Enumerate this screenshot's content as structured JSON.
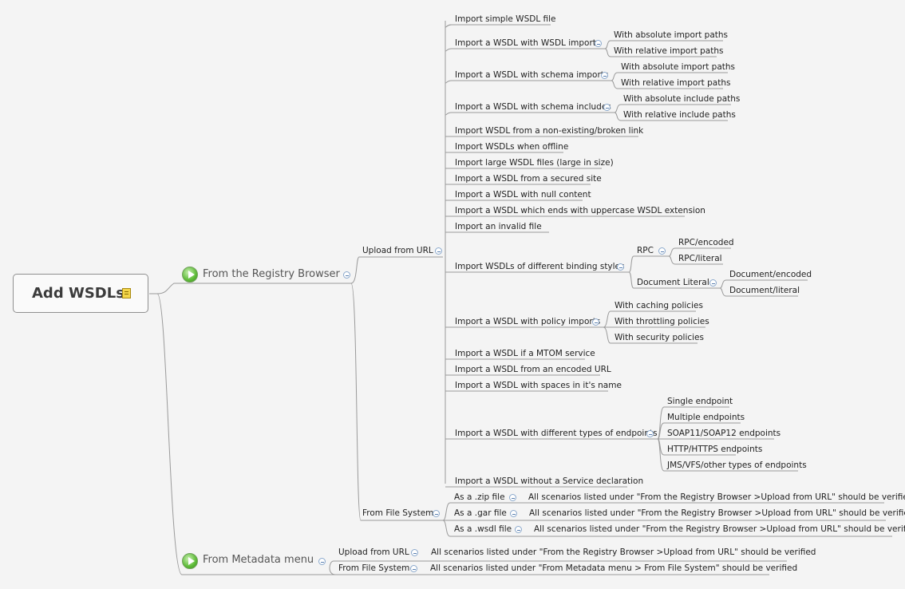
{
  "root": "Add WSDLs",
  "registry": {
    "label": "From the Registry Browser",
    "upload": {
      "label": "Upload from URL",
      "simple": "Import simple WSDL file",
      "wsdl_imports": "Import a WSDL with WSDL imports",
      "wsdl_abs": "With absolute import paths",
      "wsdl_rel": "With relative import paths",
      "schema_imports": "Import a WSDL with schema imports",
      "schema_abs": "With absolute import paths",
      "schema_rel": "With relative import paths",
      "schema_includes": "Import a WSDL with schema includes",
      "inc_abs": "With absolute include paths",
      "inc_rel": "With relative include paths",
      "broken": "Import WSDL from a non-existing/broken link",
      "offline": "Import WSDLs when offline",
      "large": "Import large WSDL files (large in size)",
      "secured": "Import a WSDL from a secured site",
      "null": "Import a WSDL with null content",
      "uppercase": "Import a WSDL which ends with uppercase WSDL extension",
      "invalid": "Import an invalid file",
      "binding": "Import WSDLs of different binding styles",
      "rpc": "RPC",
      "rpc_enc": "RPC/encoded",
      "rpc_lit": "RPC/literal",
      "doclit": "Document Literal",
      "doc_enc": "Document/encoded",
      "doc_lit": "Document/literal",
      "policy": "Import a WSDL with policy imports",
      "pol_cache": "With caching policies",
      "pol_throttle": "With throttling policies",
      "pol_sec": "With security policies",
      "mtom": "Import a WSDL if a MTOM service",
      "encoded_url": "Import a WSDL from an encoded URL",
      "spaces": "Import a WSDL with spaces in it's name",
      "endpoints": "Import a WSDL with different types of endpoints",
      "ep_single": "Single endpoint",
      "ep_multi": "Multiple endpoints",
      "ep_soap": "SOAP11/SOAP12 endpoints",
      "ep_http": "HTTP/HTTPS endpoints",
      "ep_jms": "JMS/VFS/other types of endpoints",
      "noservice": "Import a WSDL without a Service declaration"
    },
    "fs": {
      "label": "From File System",
      "zip": "As a .zip file",
      "gar": "As a .gar file",
      "wsdl": "As a .wsdl file",
      "zip_note": "All scenarios listed under \"From the Registry Browser >Upload from URL\" should be verified",
      "gar_note": "All scenarios listed under \"From the Registry Browser >Upload from URL\" should be verified",
      "wsdl_note": "All scenarios listed under \"From the Registry Browser >Upload from URL\" should be verified"
    }
  },
  "metadata": {
    "label": "From Metadata menu",
    "upload": "Upload from URL",
    "upload_note": "All scenarios listed under \"From the Registry Browser >Upload from URL\" should be verified",
    "fs": "From File System",
    "fs_note": "All scenarios listed under \"From Metadata menu > From File System\" should be verified"
  }
}
